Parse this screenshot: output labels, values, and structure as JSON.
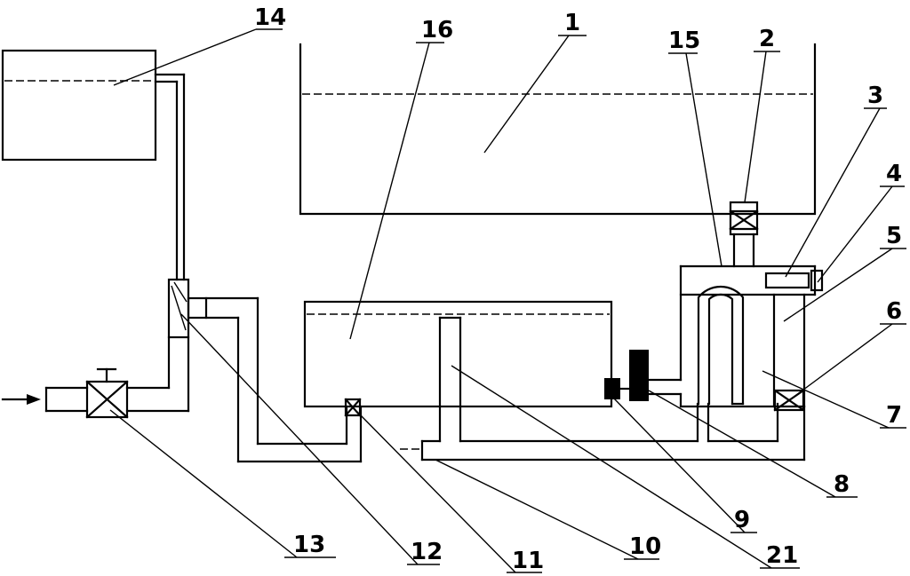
{
  "labels": {
    "l1": "1",
    "l2": "2",
    "l3": "3",
    "l4": "4",
    "l5": "5",
    "l6": "6",
    "l7": "7",
    "l8": "8",
    "l9": "9",
    "l10": "10",
    "l11": "11",
    "l12": "12",
    "l13": "13",
    "l14": "14",
    "l15": "15",
    "l16": "16",
    "l21": "21"
  },
  "colors": {
    "ink": "#000000",
    "paper": "#ffffff"
  }
}
